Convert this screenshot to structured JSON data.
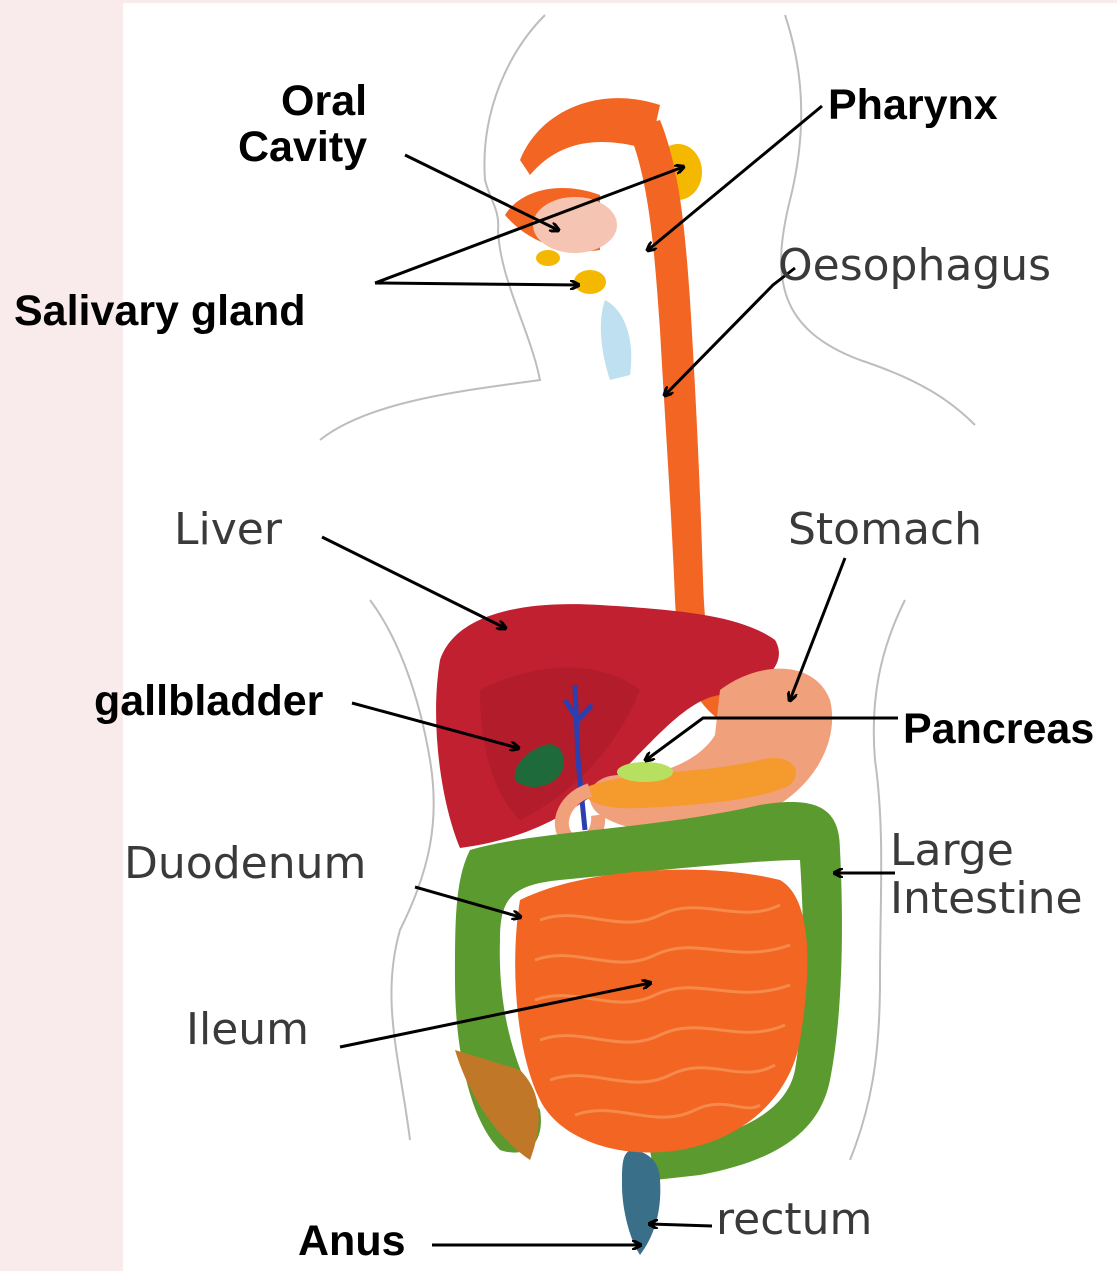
{
  "colors": {
    "background_frame": "#f9ebec",
    "panel": "#ffffff",
    "body_outline": "#bdbdbd",
    "digestive_tract": "#f26522",
    "liver": "#c0202f",
    "large_intestine": "#5b9a2e",
    "gallbladder": "#1f6a3a",
    "salivary_gland": "#f5b800",
    "rectum": "#3a6f8a",
    "arrow": "#000000"
  },
  "labels": {
    "oral_cavity": "Oral\nCavity",
    "pharynx": "Pharynx",
    "salivary_gland": "Salivary gland",
    "oesophagus": "Oesophagus",
    "liver": "Liver",
    "stomach": "Stomach",
    "gallbladder": "gallbladder",
    "pancreas": "Pancreas",
    "duodenum": "Duodenum",
    "large_intestine": "Large\nIntestine",
    "ileum": "Ileum",
    "anus": "Anus",
    "rectum": "rectum"
  }
}
